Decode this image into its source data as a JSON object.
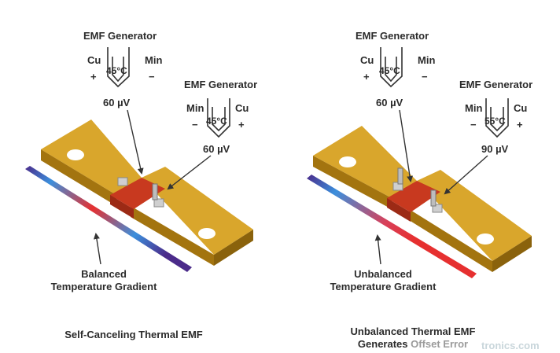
{
  "left": {
    "gen1": {
      "title": "EMF Generator",
      "metal_left": "Cu",
      "metal_right": "Min",
      "sign_left": "+",
      "sign_right": "−",
      "temp": "45°C",
      "voltage": "60 µV"
    },
    "gen2": {
      "title": "EMF Generator",
      "metal_left": "Min",
      "metal_right": "Cu",
      "sign_left": "−",
      "sign_right": "+",
      "temp": "45°C",
      "voltage": "60 µV"
    },
    "gradient_label_line1": "Balanced",
    "gradient_label_line2": "Temperature Gradient",
    "caption_line1": "Self-Canceling Thermal EMF"
  },
  "right": {
    "gen1": {
      "title": "EMF Generator",
      "metal_left": "Cu",
      "metal_right": "Min",
      "sign_left": "+",
      "sign_right": "−",
      "temp": "45°C",
      "voltage": "60 µV"
    },
    "gen2": {
      "title": "EMF Generator",
      "metal_left": "Min",
      "metal_right": "Cu",
      "sign_left": "−",
      "sign_right": "+",
      "temp": "55°C",
      "voltage": "90 µV"
    },
    "gradient_label_line1": "Unbalanced",
    "gradient_label_line2": "Temperature Gradient",
    "caption_line1": "Unbalanced Thermal EMF",
    "caption_line2a": "Generates",
    "caption_line2b": "Offset Error"
  },
  "watermark": "tronics.com",
  "colors": {
    "bar_gold": "#d9a62c",
    "bar_dark": "#a3740f",
    "resistor_red": "#c8391f",
    "gradient_blue": "#3c8fdc",
    "gradient_red": "#e63030",
    "gradient_purple": "#4b2b8a"
  }
}
